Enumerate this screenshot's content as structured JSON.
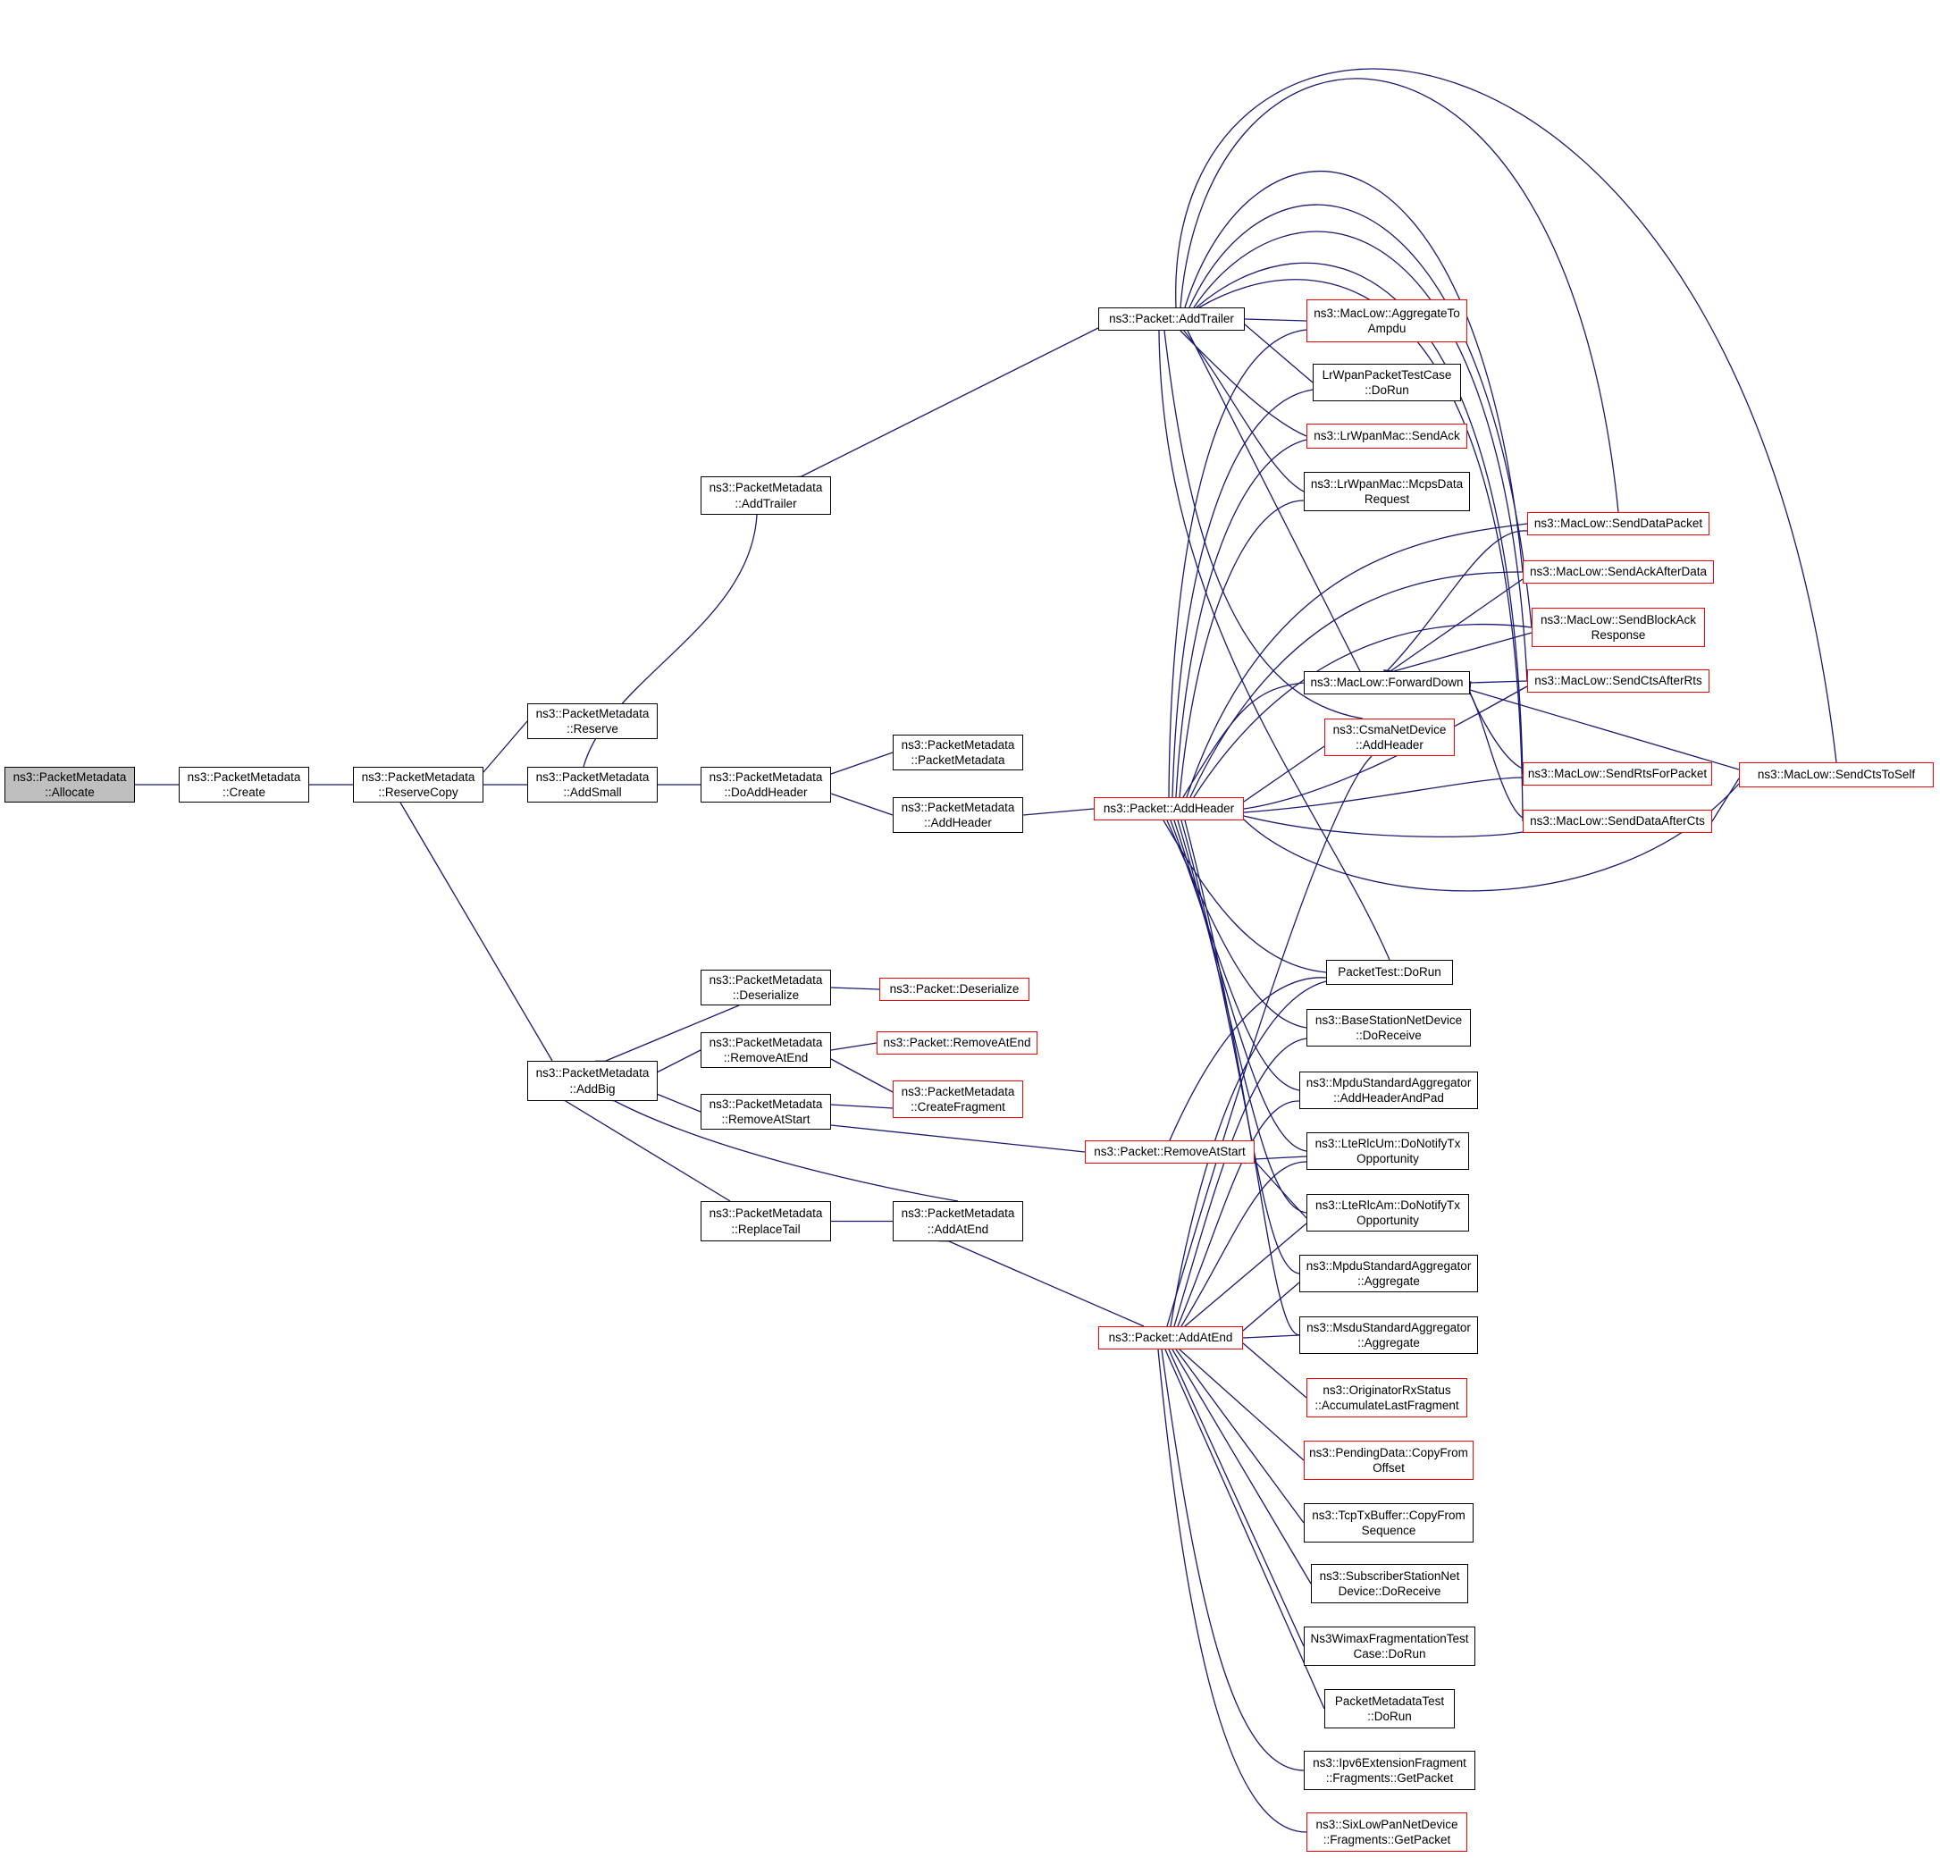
{
  "colors": {
    "edge": "#191970",
    "border": "#000000",
    "border_incomplete": "#ff0000",
    "focus_fill": "#bfbfbf",
    "background": "#ffffff"
  },
  "nodes": [
    {
      "id": "allocate",
      "lines": [
        "ns3::PacketMetadata",
        "::Allocate"
      ],
      "style": "focus"
    },
    {
      "id": "create",
      "lines": [
        "ns3::PacketMetadata",
        "::Create"
      ],
      "style": "normal"
    },
    {
      "id": "reservecopy",
      "lines": [
        "ns3::PacketMetadata",
        "::ReserveCopy"
      ],
      "style": "normal"
    },
    {
      "id": "reserve",
      "lines": [
        "ns3::PacketMetadata",
        "::Reserve"
      ],
      "style": "normal"
    },
    {
      "id": "addsmall",
      "lines": [
        "ns3::PacketMetadata",
        "::AddSmall"
      ],
      "style": "normal"
    },
    {
      "id": "addbig",
      "lines": [
        "ns3::PacketMetadata",
        "::AddBig"
      ],
      "style": "normal"
    },
    {
      "id": "pm_addtrailer",
      "lines": [
        "ns3::PacketMetadata",
        "::AddTrailer"
      ],
      "style": "normal"
    },
    {
      "id": "doaddheader",
      "lines": [
        "ns3::PacketMetadata",
        "::DoAddHeader"
      ],
      "style": "normal"
    },
    {
      "id": "deserialize",
      "lines": [
        "ns3::PacketMetadata",
        "::Deserialize"
      ],
      "style": "normal"
    },
    {
      "id": "removeatend",
      "lines": [
        "ns3::PacketMetadata",
        "::RemoveAtEnd"
      ],
      "style": "normal"
    },
    {
      "id": "removeatstart",
      "lines": [
        "ns3::PacketMetadata",
        "::RemoveAtStart"
      ],
      "style": "normal"
    },
    {
      "id": "replacetail",
      "lines": [
        "ns3::PacketMetadata",
        "::ReplaceTail"
      ],
      "style": "normal"
    },
    {
      "id": "pm_ctor",
      "lines": [
        "ns3::PacketMetadata",
        "::PacketMetadata"
      ],
      "style": "normal"
    },
    {
      "id": "pm_addheader",
      "lines": [
        "ns3::PacketMetadata",
        "::AddHeader"
      ],
      "style": "normal"
    },
    {
      "id": "pm_addatend",
      "lines": [
        "ns3::PacketMetadata",
        "::AddAtEnd"
      ],
      "style": "normal"
    },
    {
      "id": "p_deserialize",
      "lines": [
        "ns3::Packet::Deserialize"
      ],
      "style": "red"
    },
    {
      "id": "p_removeatend",
      "lines": [
        "ns3::Packet::RemoveAtEnd"
      ],
      "style": "red"
    },
    {
      "id": "createfragment",
      "lines": [
        "ns3::PacketMetadata",
        "::CreateFragment"
      ],
      "style": "red"
    },
    {
      "id": "p_addtrailer",
      "lines": [
        "ns3::Packet::AddTrailer"
      ],
      "style": "normal"
    },
    {
      "id": "p_addheader",
      "lines": [
        "ns3::Packet::AddHeader"
      ],
      "style": "red"
    },
    {
      "id": "p_removeatstart",
      "lines": [
        "ns3::Packet::RemoveAtStart"
      ],
      "style": "red"
    },
    {
      "id": "p_addatend",
      "lines": [
        "ns3::Packet::AddAtEnd"
      ],
      "style": "red"
    },
    {
      "id": "aggregatetoampdu",
      "lines": [
        "ns3::MacLow::AggregateTo",
        "Ampdu"
      ],
      "style": "red"
    },
    {
      "id": "lrwpantest",
      "lines": [
        "LrWpanPacketTestCase",
        "::DoRun"
      ],
      "style": "normal"
    },
    {
      "id": "sendack",
      "lines": [
        "ns3::LrWpanMac::SendAck"
      ],
      "style": "red"
    },
    {
      "id": "mcpsdata",
      "lines": [
        "ns3::LrWpanMac::McpsData",
        "Request"
      ],
      "style": "normal"
    },
    {
      "id": "forwarddown",
      "lines": [
        "ns3::MacLow::ForwardDown"
      ],
      "style": "normal"
    },
    {
      "id": "csma",
      "lines": [
        "ns3::CsmaNetDevice",
        "::AddHeader"
      ],
      "style": "red"
    },
    {
      "id": "packettest",
      "lines": [
        "PacketTest::DoRun"
      ],
      "style": "normal"
    },
    {
      "id": "bsnd",
      "lines": [
        "ns3::BaseStationNetDevice",
        "::DoReceive"
      ],
      "style": "normal"
    },
    {
      "id": "mpdu_ahp",
      "lines": [
        "ns3::MpduStandardAggregator",
        "::AddHeaderAndPad"
      ],
      "style": "normal"
    },
    {
      "id": "lterlcum",
      "lines": [
        "ns3::LteRlcUm::DoNotifyTx",
        "Opportunity"
      ],
      "style": "normal"
    },
    {
      "id": "lterlcam",
      "lines": [
        "ns3::LteRlcAm::DoNotifyTx",
        "Opportunity"
      ],
      "style": "normal"
    },
    {
      "id": "mpdu_agg",
      "lines": [
        "ns3::MpduStandardAggregator",
        "::Aggregate"
      ],
      "style": "normal"
    },
    {
      "id": "msdu_agg",
      "lines": [
        "ns3::MsduStandardAggregator",
        "::Aggregate"
      ],
      "style": "normal"
    },
    {
      "id": "originator",
      "lines": [
        "ns3::OriginatorRxStatus",
        "::AccumulateLastFragment"
      ],
      "style": "red"
    },
    {
      "id": "pendingdata",
      "lines": [
        "ns3::PendingData::CopyFrom",
        "Offset"
      ],
      "style": "red"
    },
    {
      "id": "tcptx",
      "lines": [
        "ns3::TcpTxBuffer::CopyFrom",
        "Sequence"
      ],
      "style": "normal"
    },
    {
      "id": "ssnd",
      "lines": [
        "ns3::SubscriberStationNet",
        "Device::DoReceive"
      ],
      "style": "normal"
    },
    {
      "id": "wimaxfrag",
      "lines": [
        "Ns3WimaxFragmentationTest",
        "Case::DoRun"
      ],
      "style": "normal"
    },
    {
      "id": "pmtest",
      "lines": [
        "PacketMetadataTest",
        "::DoRun"
      ],
      "style": "normal"
    },
    {
      "id": "ipv6frag",
      "lines": [
        "ns3::Ipv6ExtensionFragment",
        "::Fragments::GetPacket"
      ],
      "style": "normal"
    },
    {
      "id": "sixlowpan",
      "lines": [
        "ns3::SixLowPanNetDevice",
        "::Fragments::GetPacket"
      ],
      "style": "red"
    },
    {
      "id": "senddatapacket",
      "lines": [
        "ns3::MacLow::SendDataPacket"
      ],
      "style": "red"
    },
    {
      "id": "sendackafterdata",
      "lines": [
        "ns3::MacLow::SendAckAfterData"
      ],
      "style": "red"
    },
    {
      "id": "sendblockack",
      "lines": [
        "ns3::MacLow::SendBlockAck",
        "Response"
      ],
      "style": "red"
    },
    {
      "id": "sendctsafterrts",
      "lines": [
        "ns3::MacLow::SendCtsAfterRts"
      ],
      "style": "red"
    },
    {
      "id": "sendrtsforpacket",
      "lines": [
        "ns3::MacLow::SendRtsForPacket"
      ],
      "style": "red"
    },
    {
      "id": "senddataaftercts",
      "lines": [
        "ns3::MacLow::SendDataAfterCts"
      ],
      "style": "red"
    },
    {
      "id": "sendctstoself",
      "lines": [
        "ns3::MacLow::SendCtsToSelf"
      ],
      "style": "red"
    }
  ]
}
